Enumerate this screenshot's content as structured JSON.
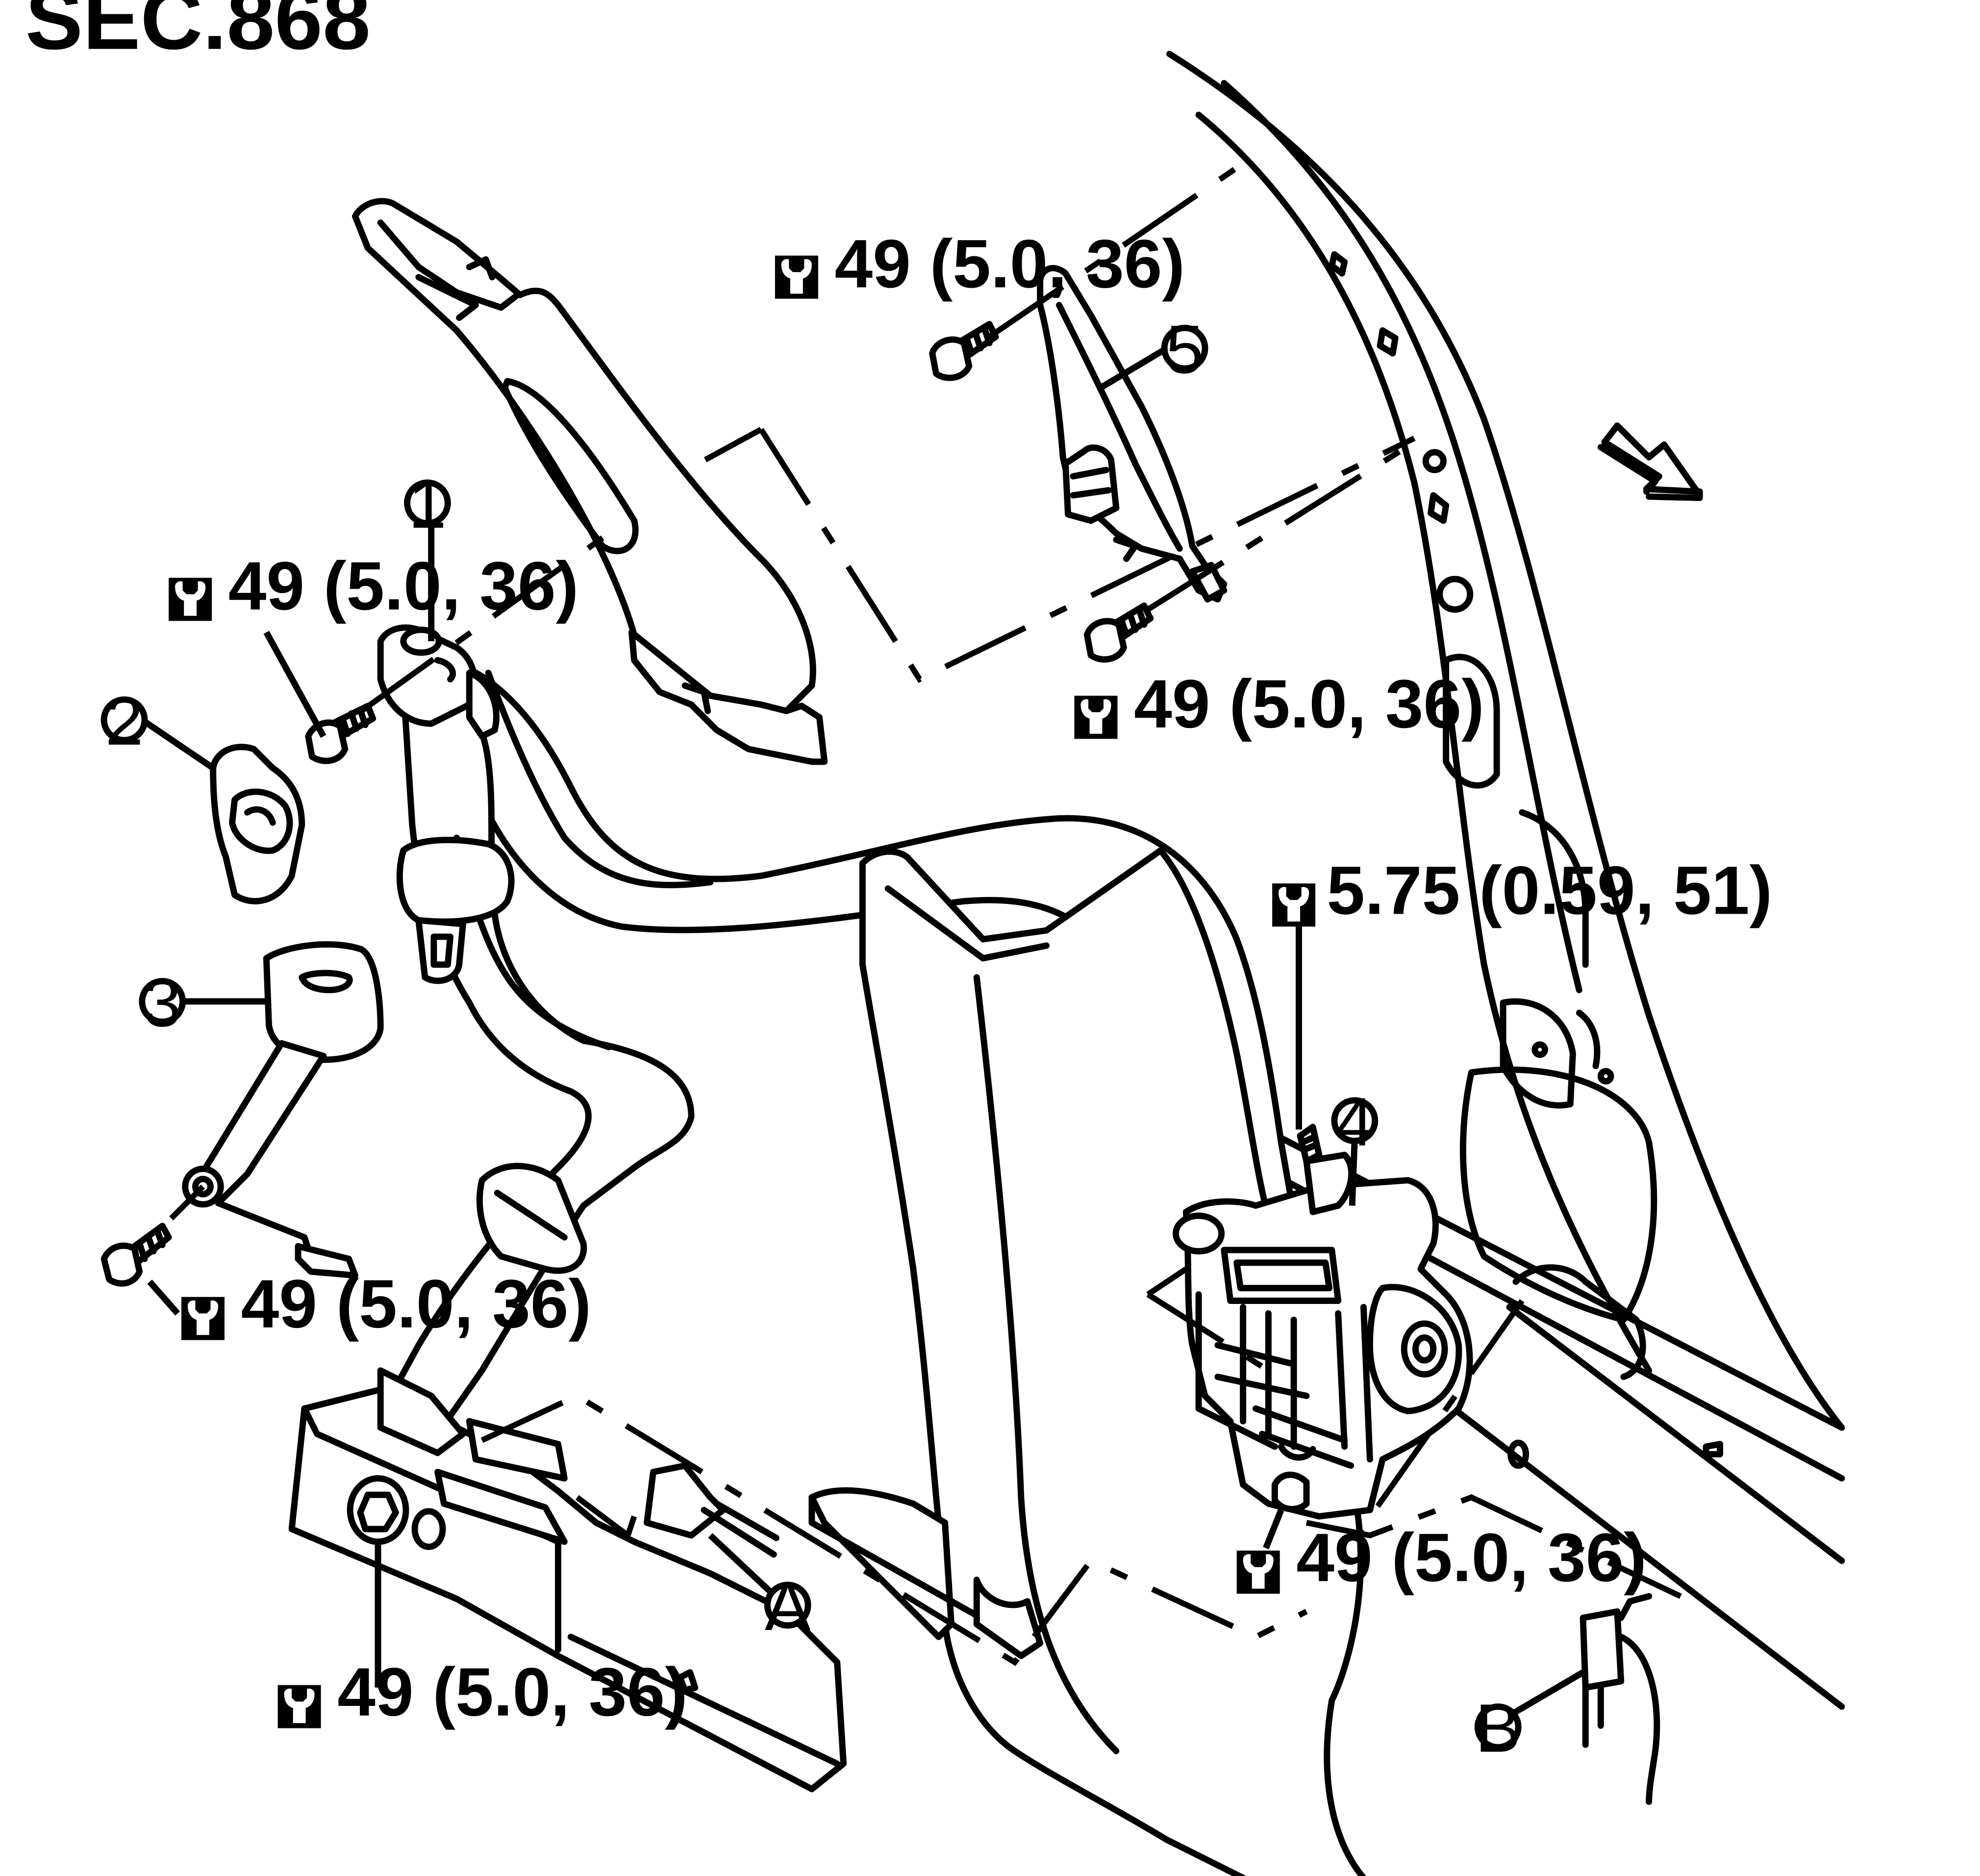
{
  "section_label": "SEC.868",
  "callouts": {
    "c1": "1",
    "c2": "2",
    "c3": "3",
    "c4": "4",
    "c5": "5",
    "cA": "A",
    "cB": "B"
  },
  "torques": {
    "upper_anchor_bolt": "49 (5.0, 36)",
    "height_adjuster_upper_bolt": "49 (5.0, 36)",
    "height_adjuster_lower_bolt": "49 (5.0, 36)",
    "retractor_guide_bolt": "5.75 (0.59, 51)",
    "buckle_bolt": "49 (5.0, 36)",
    "retractor_bolt": "49 (5.0, 36)",
    "lower_anchor_bolt": "49 (5.0, 36)"
  },
  "icons": {
    "torque_icon": "wrench-torque-icon",
    "front_arrow": "front-direction-arrow-icon"
  }
}
